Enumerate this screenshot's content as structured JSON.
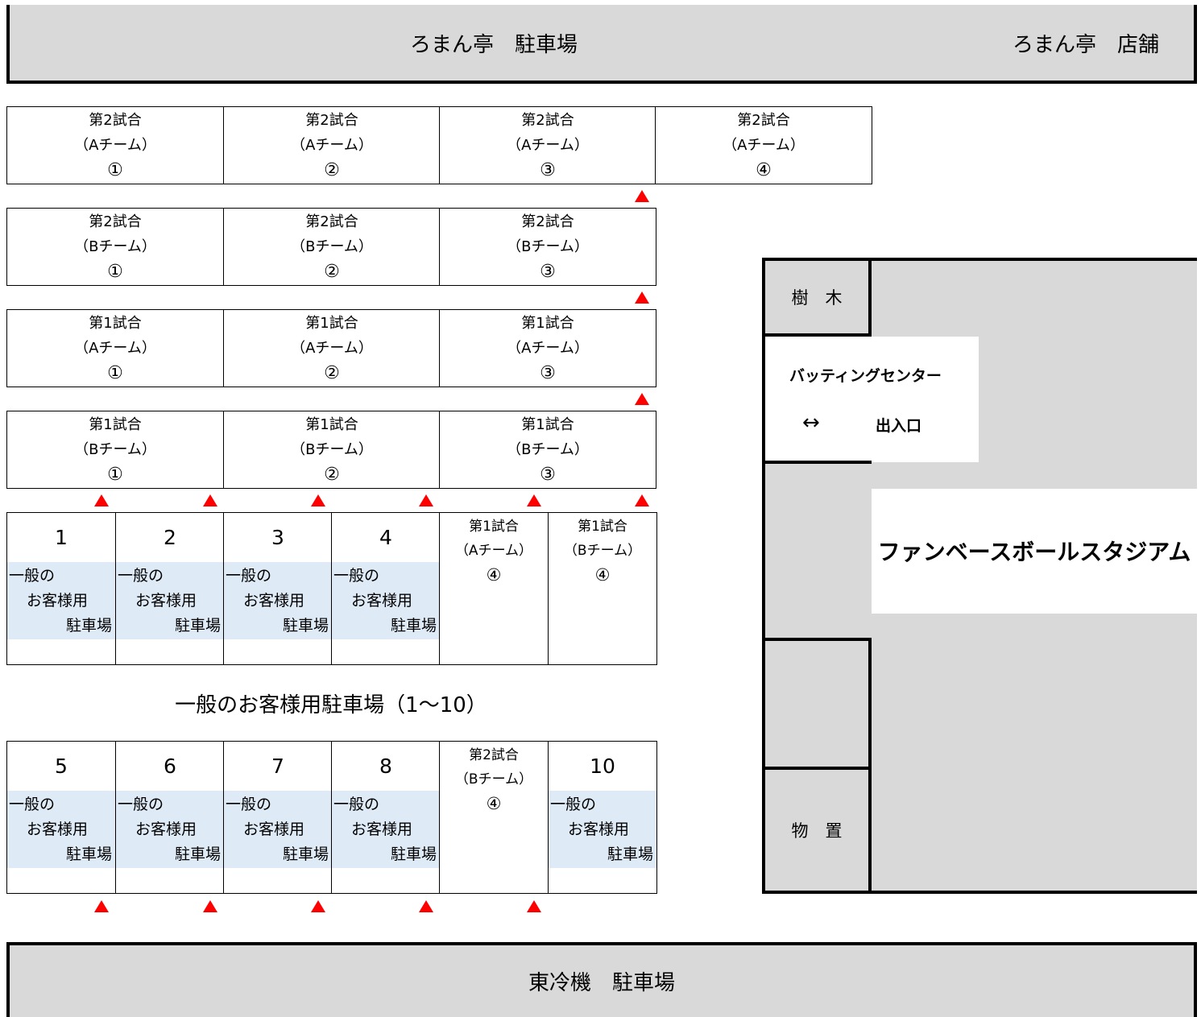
{
  "top_banner": {
    "parking": "ろまん亭　駐車場",
    "store": "ろまん亭　店舗"
  },
  "bottom_banner": {
    "label": "東冷機　駐車場"
  },
  "row_2a": [
    {
      "l1": "第2試合",
      "l2": "（Aチーム）",
      "l3": "①"
    },
    {
      "l1": "第2試合",
      "l2": "（Aチーム）",
      "l3": "②"
    },
    {
      "l1": "第2試合",
      "l2": "（Aチーム）",
      "l3": "③"
    },
    {
      "l1": "第2試合",
      "l2": "（Aチーム）",
      "l3": "④"
    }
  ],
  "row_2b": [
    {
      "l1": "第2試合",
      "l2": "（Bチーム）",
      "l3": "①"
    },
    {
      "l1": "第2試合",
      "l2": "（Bチーム）",
      "l3": "②"
    },
    {
      "l1": "第2試合",
      "l2": "（Bチーム）",
      "l3": "③"
    }
  ],
  "row_1a": [
    {
      "l1": "第1試合",
      "l2": "（Aチーム）",
      "l3": "①"
    },
    {
      "l1": "第1試合",
      "l2": "（Aチーム）",
      "l3": "②"
    },
    {
      "l1": "第1試合",
      "l2": "（Aチーム）",
      "l3": "③"
    }
  ],
  "row_1b": [
    {
      "l1": "第1試合",
      "l2": "（Bチーム）",
      "l3": "①"
    },
    {
      "l1": "第1試合",
      "l2": "（Bチーム）",
      "l3": "②"
    },
    {
      "l1": "第1試合",
      "l2": "（Bチーム）",
      "l3": "③"
    }
  ],
  "general_bay_text": {
    "l1": "一般の",
    "l2": "お客様用",
    "l3": "駐車場"
  },
  "upper_bays": [
    {
      "type": "general",
      "num": "1"
    },
    {
      "type": "general",
      "num": "2"
    },
    {
      "type": "general",
      "num": "3"
    },
    {
      "type": "general",
      "num": "4"
    },
    {
      "type": "game",
      "l1": "第1試合",
      "l2": "（Aチーム）",
      "l3": "④"
    },
    {
      "type": "game",
      "l1": "第1試合",
      "l2": "（Bチーム）",
      "l3": "④"
    }
  ],
  "middle_label": "一般のお客様用駐車場（1～10）",
  "lower_bays": [
    {
      "type": "general",
      "num": "5"
    },
    {
      "type": "general",
      "num": "6"
    },
    {
      "type": "general",
      "num": "7"
    },
    {
      "type": "general",
      "num": "8"
    },
    {
      "type": "game",
      "l1": "第2試合",
      "l2": "（Bチーム）",
      "l3": "④"
    },
    {
      "type": "general",
      "num": "10"
    }
  ],
  "stadium": {
    "tree": "樹　木",
    "batting_center": "バッティングセンター",
    "arrow": "↔",
    "entrance": "出入口",
    "name": "ファンベースボールスタジアム",
    "storage": "物　置"
  },
  "colors": {
    "marker": "#ff0000",
    "grey": "#d9d9d9",
    "general_band": "#deeaf6"
  }
}
